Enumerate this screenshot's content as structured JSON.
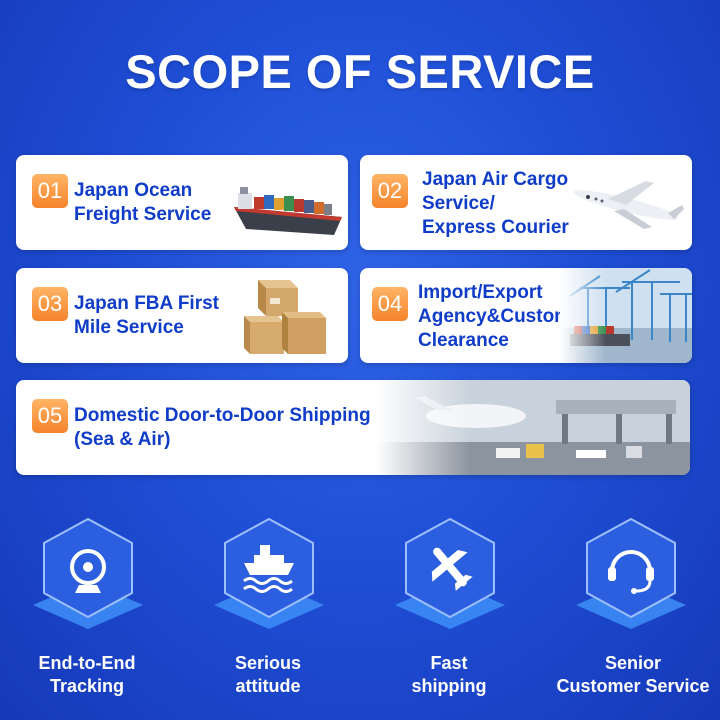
{
  "title": "SCOPE OF SERVICE",
  "colors": {
    "background": "#1f4fd6",
    "accent": "#f5842b",
    "text_blue": "#0f3cc9"
  },
  "services": [
    {
      "number": "01",
      "line1": "Japan Ocean",
      "line2": "Freight Service",
      "image": "container-ship-image"
    },
    {
      "number": "02",
      "line1": "Japan Air Cargo",
      "line2": "Service/",
      "line3": "Express Courier",
      "image": "airplane-image"
    },
    {
      "number": "03",
      "line1": "Japan FBA First",
      "line2": "Mile Service",
      "image": "cardboard-boxes-image"
    },
    {
      "number": "04",
      "line1": "Import/Export",
      "line2": "Agency&Customs",
      "line3": "Clearance",
      "image": "port-cranes-image"
    },
    {
      "number": "05",
      "line1": "Domestic Door-to-Door Shipping",
      "line2": "(Sea & Air)",
      "image": "airport-apron-image"
    }
  ],
  "features": [
    {
      "line1": "End-to-End",
      "line2": "Tracking",
      "icon": "webcam-icon"
    },
    {
      "line1": "Serious",
      "line2": "attitude",
      "icon": "ship-icon"
    },
    {
      "line1": "Fast",
      "line2": "shipping",
      "icon": "airplane-icon"
    },
    {
      "line1": "Senior",
      "line2": "Customer Service",
      "icon": "headset-icon"
    }
  ]
}
